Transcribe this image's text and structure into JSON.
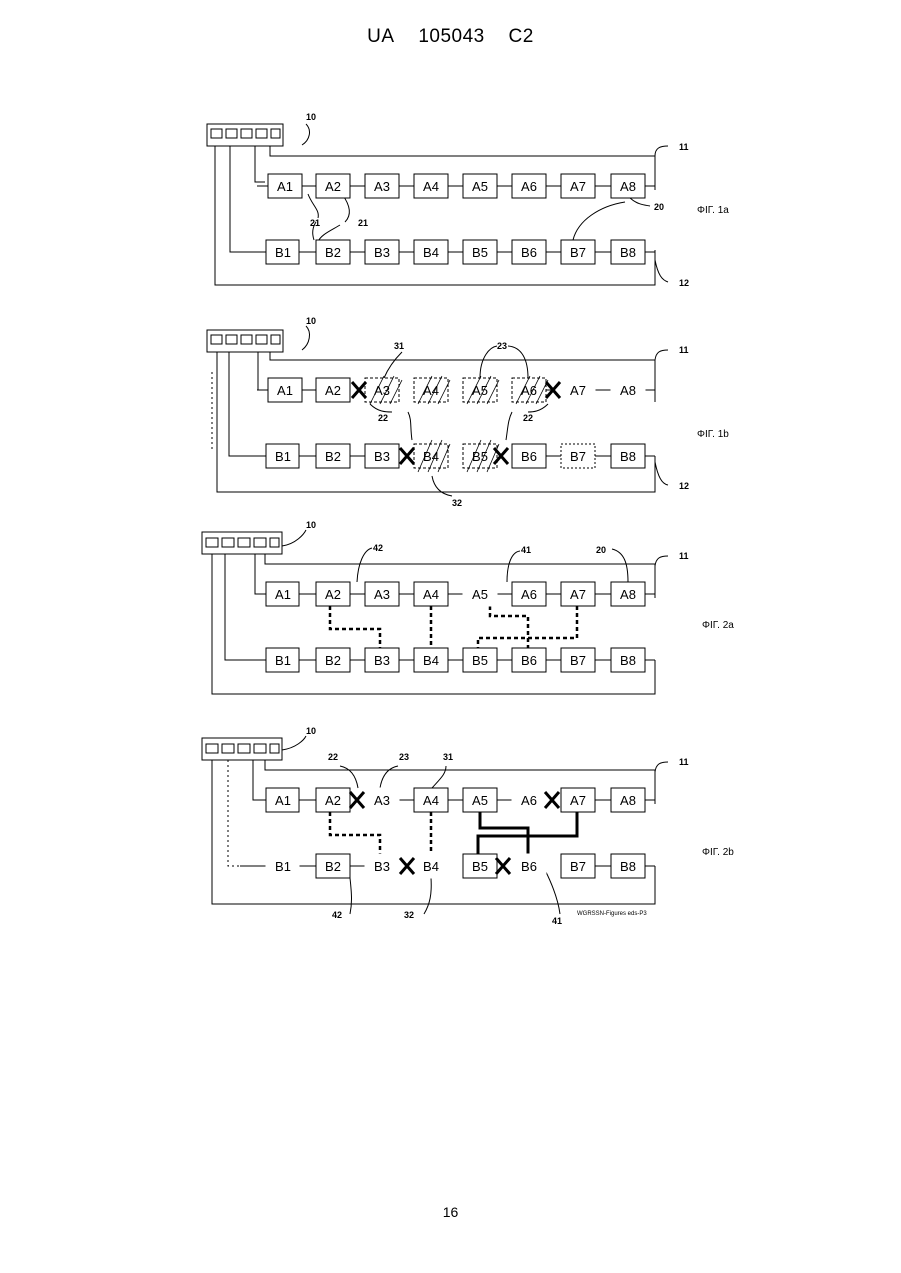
{
  "header": {
    "country": "UA",
    "number": "105043",
    "kind": "C2"
  },
  "page_number": "16",
  "row_a": [
    "A1",
    "A2",
    "A3",
    "A4",
    "A5",
    "A6",
    "A7",
    "A8"
  ],
  "row_b": [
    "B1",
    "B2",
    "B3",
    "B4",
    "B5",
    "B6",
    "B7",
    "B8"
  ],
  "figures": [
    {
      "caption": "ΦΙΓ. 1a",
      "refs": [
        "10",
        "11",
        "12",
        "20",
        "21",
        "21"
      ]
    },
    {
      "caption": "ΦΙΓ. 1b",
      "refs": [
        "10",
        "11",
        "12",
        "31",
        "23",
        "22",
        "22",
        "32"
      ]
    },
    {
      "caption": "ΦΙΓ. 2a",
      "refs": [
        "10",
        "11",
        "42",
        "41",
        "20"
      ]
    },
    {
      "caption": "ΦΙΓ. 2b",
      "refs": [
        "10",
        "11",
        "22",
        "23",
        "31",
        "42",
        "32",
        "41"
      ],
      "footnote": "WGRSSN-Figures eds-P3"
    }
  ]
}
